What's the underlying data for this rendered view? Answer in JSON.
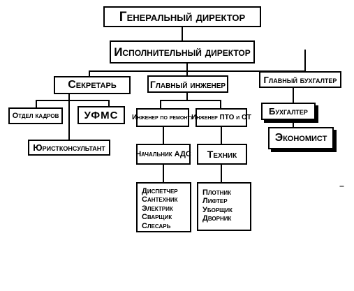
{
  "colors": {
    "line": "#000000",
    "box_border": "#000000",
    "box_fill": "#ffffff",
    "text": "#000000"
  },
  "nodes": {
    "general_director": "Генеральный директор",
    "executive_director": "Исполнительный директор",
    "secretary": "Секретарь",
    "chief_engineer": "Главный инженер",
    "chief_accountant": "Главный бухгалтер",
    "hr_department": "Отдел кадров",
    "ufms": "УФМС",
    "legal_counsel": "Юристконсультант",
    "repair_engineer": "Инженер по ремонту",
    "pto_engineer": "Инженер ПТО и ОТ",
    "accountant": "Бухгалтер",
    "economist": "Экономист",
    "ads_head": "Начальник АДС",
    "technician": "Техник"
  },
  "lists": {
    "ads_staff": [
      "Диспетчер",
      "Сантехник",
      "Электрик",
      "Сварщик",
      "Слесарь"
    ],
    "technician_staff": [
      "Плотник",
      "Лифтер",
      "Уборщик",
      "Дворник"
    ]
  }
}
